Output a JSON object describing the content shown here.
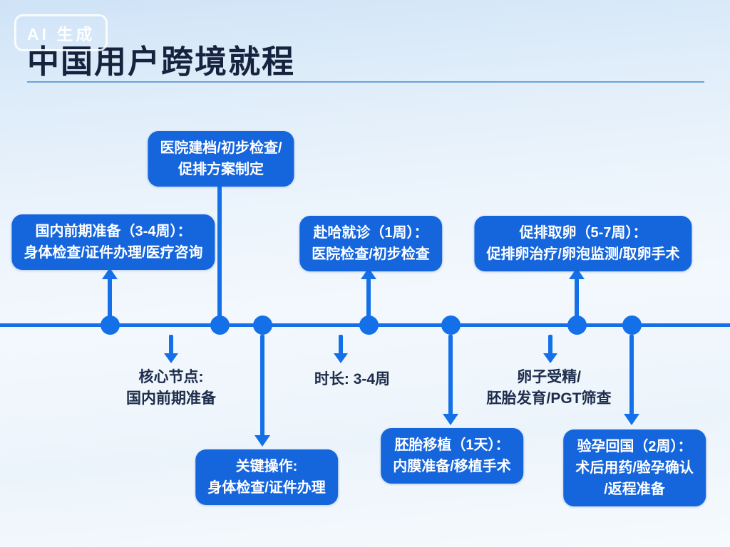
{
  "badge": {
    "label": "AI 生成"
  },
  "header": {
    "title": "中国用户跨境就程"
  },
  "diagram": {
    "boxes": {
      "hospital_setup": {
        "lines": [
          "医院建档/初步检查/",
          "促排方案制定"
        ]
      },
      "domestic_prep": {
        "lines": [
          "国内前期准备（3-4周）：",
          "身体检查/证件办理/医疗咨询"
        ]
      },
      "visit_clinic": {
        "lines": [
          "赴哈就诊（1周）：",
          "医院检查/初步检查"
        ]
      },
      "stimulation_retrieval": {
        "lines": [
          "促排取卵（5-7周）：",
          "促排卵治疗/卵泡监测/取卵手术"
        ]
      },
      "key_operations": {
        "lines": [
          "关键操作:",
          "身体检查/证件办理"
        ]
      },
      "embryo_transfer": {
        "lines": [
          "胚胎移植（1天）：",
          "内膜准备/移植手术"
        ]
      },
      "pregnancy_return": {
        "lines": [
          "验孕回国（2周）：",
          "术后用药/验孕确认",
          "/返程准备"
        ]
      }
    },
    "notes": {
      "core_node": {
        "lines": [
          "核心节点:",
          "国内前期准备"
        ]
      },
      "duration": {
        "lines": [
          "时长: 3-4周"
        ]
      },
      "fertilization": {
        "lines": [
          "卵子受精/",
          "胚胎发育/PGT筛查"
        ]
      }
    }
  },
  "colors": {
    "box_blue": "#1565dd",
    "line_blue": "#1470e8",
    "title_navy": "#17233e",
    "note_navy": "#1e2d4c"
  }
}
